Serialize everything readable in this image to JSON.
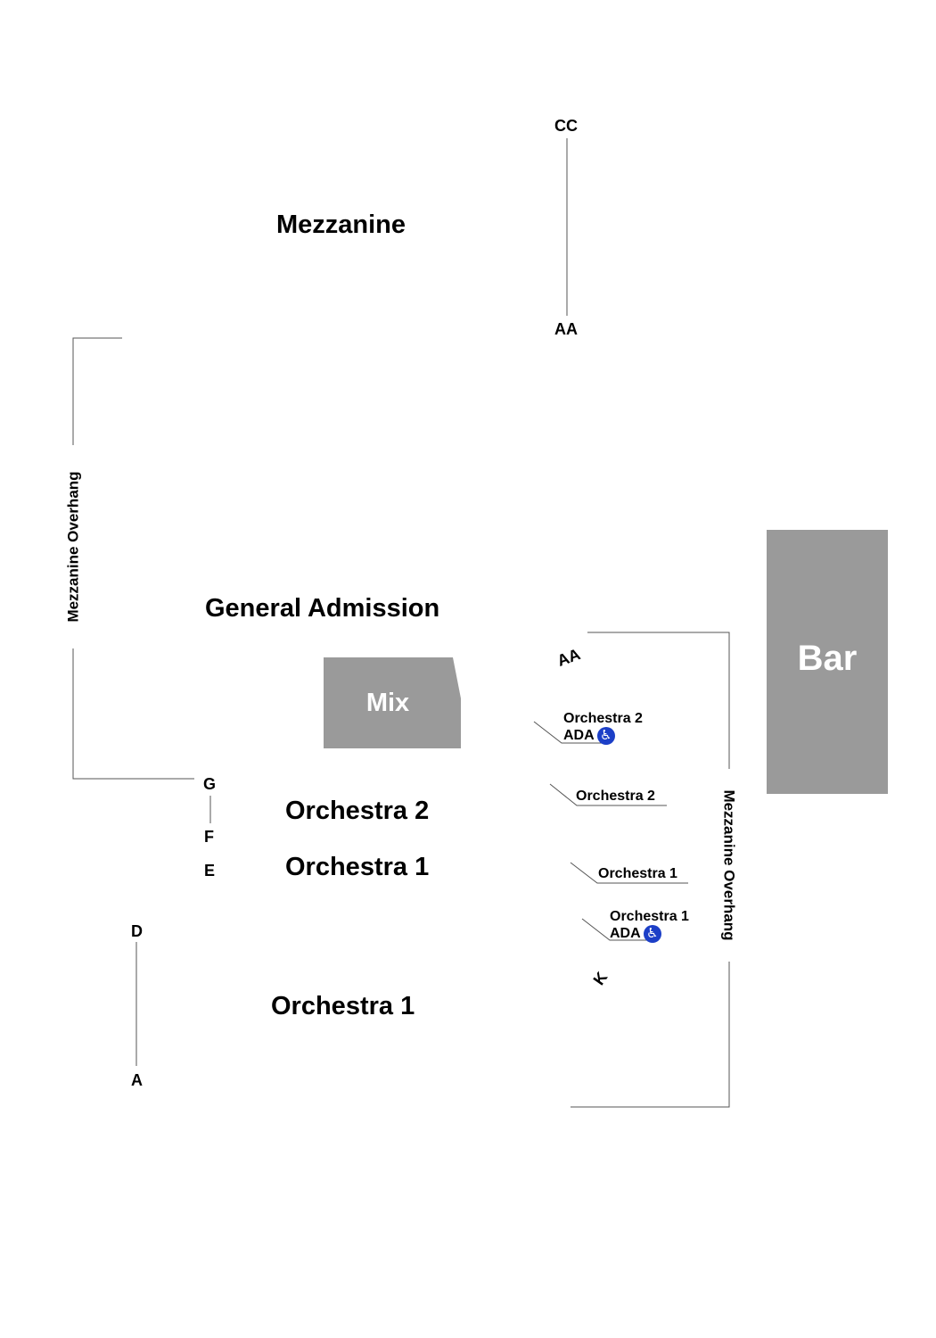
{
  "sections": {
    "mezzanine": "Mezzanine",
    "general_admission": "General Admission",
    "orchestra_2": "Orchestra 2",
    "orchestra_1_upper": "Orchestra 1",
    "orchestra_1_lower": "Orchestra 1"
  },
  "rows": {
    "mezz_top": "CC",
    "mezz_bottom": "AA",
    "side_top": "AA",
    "side_bottom": "K",
    "g": "G",
    "f": "F",
    "e": "E",
    "d": "D",
    "a": "A"
  },
  "blocks": {
    "mix": "Mix",
    "bar": "Bar"
  },
  "overhang": {
    "left": "Mezzanine Overhang",
    "right": "Mezzanine Overhang"
  },
  "side_sections": {
    "orch2_ada_line1": "Orchestra 2",
    "orch2_ada_line2": "ADA",
    "orch2": "Orchestra 2",
    "orch1": "Orchestra 1",
    "orch1_ada_line1": "Orchestra 1",
    "orch1_ada_line2": "ADA",
    "ada_icon": "wheelchair-icon"
  },
  "colors": {
    "block_gray": "#9a9a9a",
    "ada_blue": "#1c3fc7",
    "line_gray": "#555555"
  }
}
